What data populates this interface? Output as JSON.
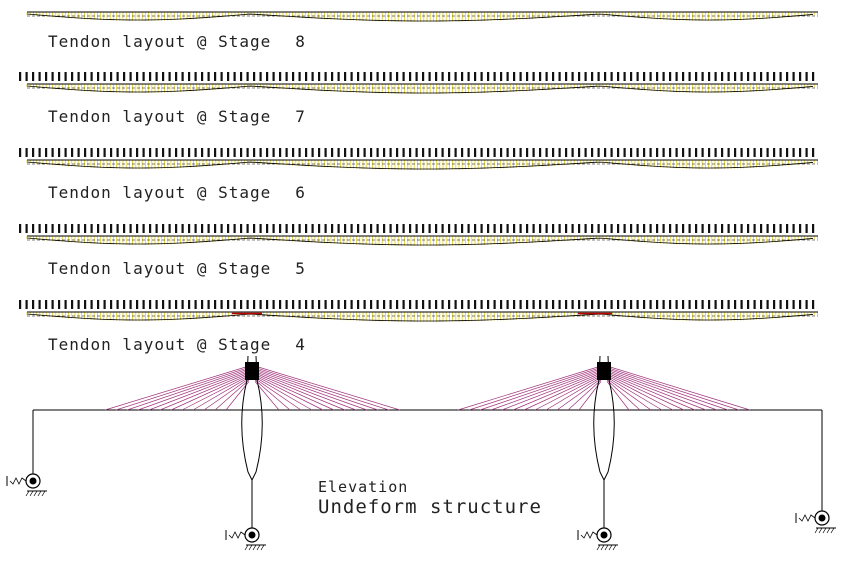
{
  "stages": [
    {
      "prefix": "Tendon layout @ Stage",
      "number": "8"
    },
    {
      "prefix": "Tendon layout @ Stage",
      "number": "7"
    },
    {
      "prefix": "Tendon layout @ Stage",
      "number": "6"
    },
    {
      "prefix": "Tendon layout @ Stage",
      "number": "5"
    },
    {
      "prefix": "Tendon layout @ Stage",
      "number": "4"
    }
  ],
  "elevation": {
    "title": "Elevation",
    "subtitle": "Undeform structure"
  },
  "colors": {
    "tendon": "#e0d020",
    "tendon_active": "#c00000",
    "cable": "#a0307a",
    "line": "#000000",
    "node_text": "#111111"
  }
}
